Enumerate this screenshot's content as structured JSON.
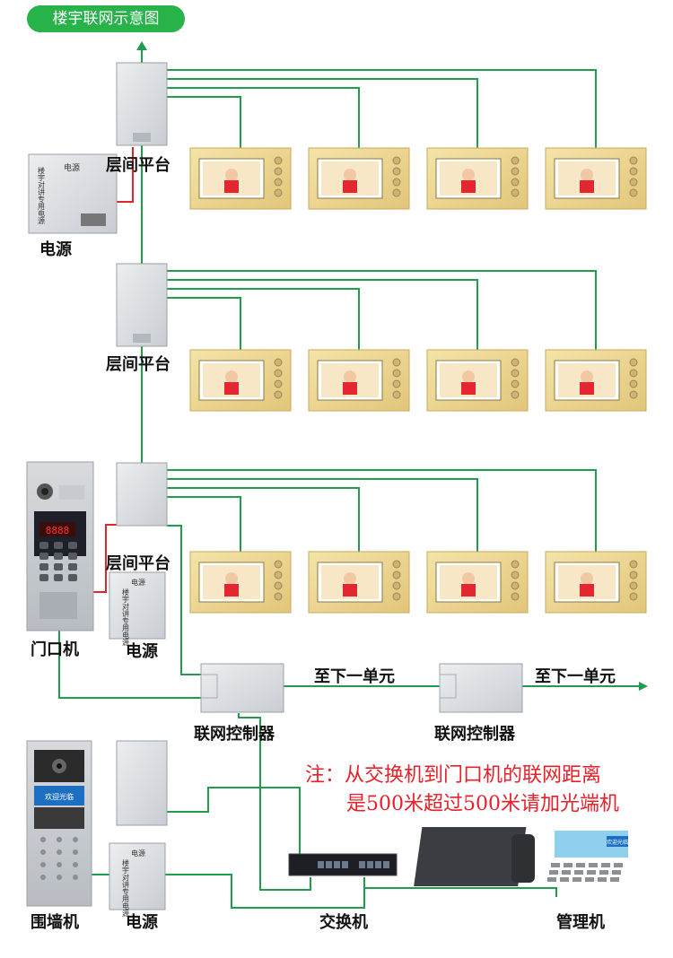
{
  "header": {
    "badge": "楼宇联网示意图"
  },
  "labels": {
    "floor_platform": "层间平台",
    "power": "电源",
    "door_unit": "门口机",
    "wall_unit": "围墙机",
    "network_controller": "联网控制器",
    "to_next_unit": "至下一单元",
    "switch": "交换机",
    "management": "管理机"
  },
  "device_text": {
    "power_box_title": "电源",
    "power_box_vertical": "楼宇对讲专用电源",
    "wall_unit_banner": "欢迎光临",
    "management_banner": "欢迎光临"
  },
  "note": {
    "line1": "注：从交换机到门口机的联网距离",
    "line2": "是500米超过500米请加光端机"
  },
  "colors": {
    "badge": "#27b24a",
    "wire": "#1f9d4c",
    "power_wire": "#e0262d",
    "note": "#e8202a",
    "arrow": "#1f9d4c"
  }
}
